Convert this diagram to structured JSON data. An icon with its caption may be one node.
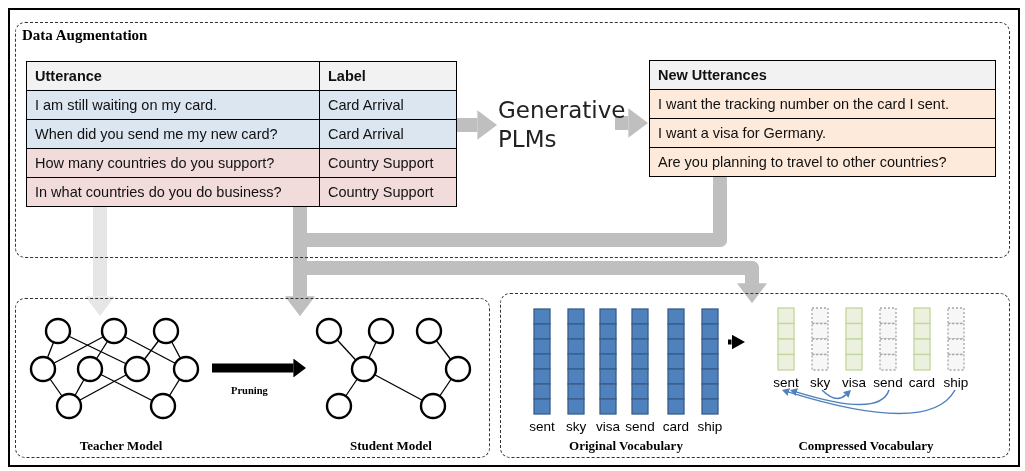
{
  "diagram": {
    "nodes": [
      {
        "text": [
          "Data Augmentation"
        ]
      },
      {
        "text": [
          "Utterance",
          "Label",
          "I am still waiting on my card.",
          "Card Arrival",
          "When did you send me my new card?",
          "Card Arrival",
          "How many countries do you support?",
          "Country Support",
          "In what countries do you do business?",
          "Country Support"
        ],
        "in": 0
      },
      {
        "text": [
          "Generative PLMs"
        ],
        "in": 0
      },
      {
        "text": [
          "New Utterances",
          "I want the tracking number on the card I sent.",
          "I want a visa for Germany.",
          "Are you planning to travel to other countries?"
        ],
        "in": 0
      },
      {
        "text": [],
        "shape": "box"
      },
      {
        "text": [
          "Teacher Model"
        ],
        "in": 4
      },
      {
        "text": [
          "Student Model"
        ],
        "in": 4
      },
      {
        "text": [],
        "shape": "box"
      },
      {
        "text": [
          "Original Vocabulary"
        ],
        "in": 7
      },
      {
        "text": [
          "sent"
        ],
        "in": 8
      },
      {
        "text": [
          "sky"
        ],
        "in": 8
      },
      {
        "text": [
          "visa"
        ],
        "in": 8
      },
      {
        "text": [
          "send"
        ],
        "in": 8
      },
      {
        "text": [
          "card"
        ],
        "in": 8
      },
      {
        "text": [
          "ship"
        ],
        "in": 8
      },
      {
        "text": [
          "Compressed Vocabulary"
        ],
        "in": 7
      },
      {
        "text": [
          "sent"
        ],
        "in": 15
      },
      {
        "text": [
          "sky"
        ],
        "in": 15
      },
      {
        "text": [
          "visa"
        ],
        "in": 15
      },
      {
        "text": [
          "send"
        ],
        "in": 15
      },
      {
        "text": [
          "card"
        ],
        "in": 15
      },
      {
        "text": [
          "ship"
        ],
        "in": 15
      }
    ],
    "edges": [
      {
        "from": 1,
        "to": 2,
        "arrow": "to"
      },
      {
        "from": 2,
        "to": 3,
        "arrow": "to"
      },
      {
        "from": 1,
        "to": 5,
        "arrow": "to",
        "color": "#e6e6e6"
      },
      {
        "from": 1,
        "to": 6,
        "arrow": "to"
      },
      {
        "from": 3,
        "to": 6,
        "arrow": "to"
      },
      {
        "from": 1,
        "to": 15,
        "arrow": "to"
      },
      {
        "from": 3,
        "to": 15,
        "arrow": "to"
      },
      {
        "from": 5,
        "to": 6,
        "arrow": "to",
        "label": "Pruning",
        "color": "#000000"
      },
      {
        "from": 8,
        "to": 15,
        "arrow": "to",
        "color": "#000000"
      },
      {
        "from": 17,
        "to": 18,
        "arrow": "to",
        "color": "#4f81bd"
      },
      {
        "from": 19,
        "to": 16,
        "arrow": "to",
        "color": "#4f81bd"
      },
      {
        "from": 21,
        "to": 16,
        "arrow": "to",
        "color": "#4f81bd"
      }
    ]
  }
}
